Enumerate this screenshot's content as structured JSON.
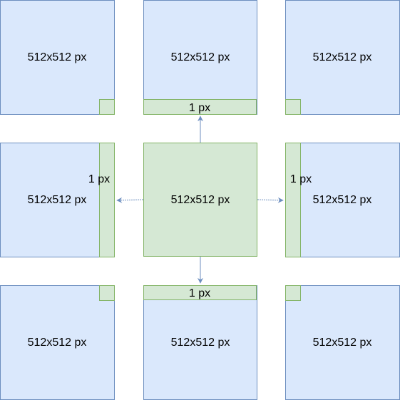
{
  "colors": {
    "tile_fill": "#dae8fc",
    "tile_stroke": "#6c8ebf",
    "center_fill": "#d5e8d4",
    "center_stroke": "#82b366",
    "arrow": "#6c8ebf"
  },
  "tiles": {
    "top_left": {
      "label": "512x512 px"
    },
    "top": {
      "label": "512x512 px"
    },
    "top_right": {
      "label": "512x512 px"
    },
    "left": {
      "label": "512x512 px"
    },
    "center": {
      "label": "512x512 px"
    },
    "right": {
      "label": "512x512 px"
    },
    "bottom_left": {
      "label": "512x512 px"
    },
    "bottom": {
      "label": "512x512 px"
    },
    "bottom_right": {
      "label": "512x512 px"
    }
  },
  "strips": {
    "top": {
      "label": "1 px"
    },
    "left": {
      "label": "1 px"
    },
    "right": {
      "label": "1 px"
    },
    "bottom": {
      "label": "1 px"
    }
  }
}
